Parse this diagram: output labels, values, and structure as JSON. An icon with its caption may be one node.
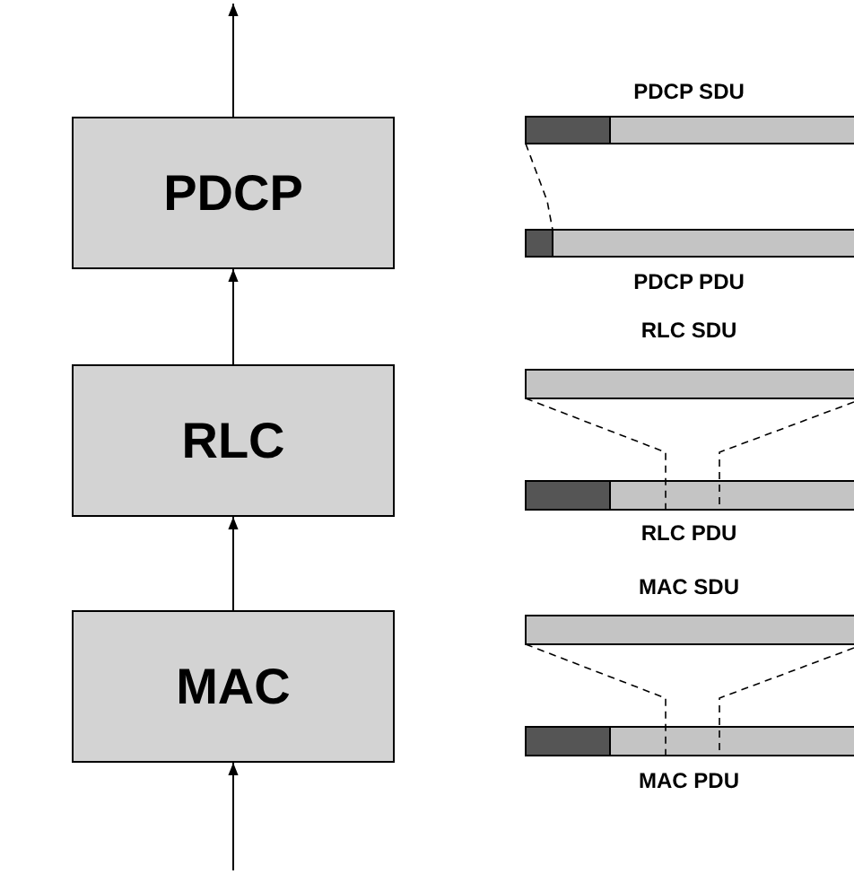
{
  "diagram": {
    "nodes": [
      {
        "text": [
          "PDCP"
        ]
      },
      {
        "text": [
          "RLC"
        ]
      },
      {
        "text": [
          "MAC"
        ]
      }
    ],
    "edges": [
      {
        "from": 0,
        "to": null,
        "arrow": "to"
      },
      {
        "from": 1,
        "to": 0,
        "arrow": "to"
      },
      {
        "from": 2,
        "to": 1,
        "arrow": "to"
      },
      {
        "from": null,
        "to": 2,
        "arrow": "to"
      }
    ],
    "labels": [
      "PDCP SDU",
      "PDCP PDU",
      "RLC SDU",
      "RLC PDU",
      "MAC SDU",
      "MAC PDU"
    ]
  }
}
